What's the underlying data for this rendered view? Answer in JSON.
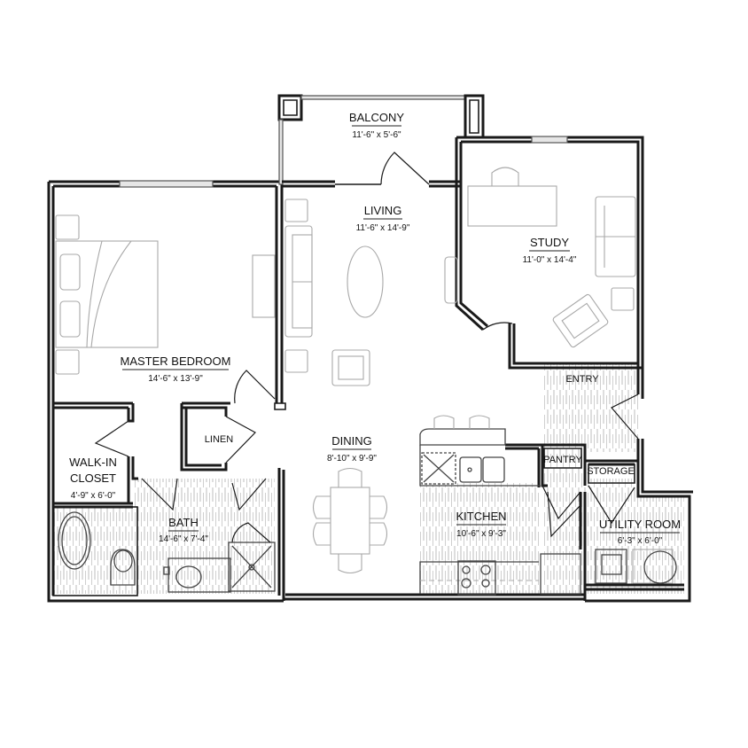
{
  "floor_plan": {
    "rooms": [
      {
        "id": "balcony",
        "name": "BALCONY",
        "dimensions": "11'-6\" x 5'-6\""
      },
      {
        "id": "living",
        "name": "LIVING",
        "dimensions": "11'-6\" x 14'-9\""
      },
      {
        "id": "study",
        "name": "STUDY",
        "dimensions": "11'-0\" x 14'-4\""
      },
      {
        "id": "master_bedroom",
        "name": "MASTER BEDROOM",
        "dimensions": "14'-6\" x 13'-9\""
      },
      {
        "id": "walk_in_closet",
        "name_line1": "WALK-IN",
        "name_line2": "CLOSET",
        "dimensions": "4'-9\" x 6'-0\""
      },
      {
        "id": "linen",
        "name": "LINEN"
      },
      {
        "id": "bath",
        "name": "BATH",
        "dimensions": "14'-6\" x 7'-4\""
      },
      {
        "id": "dining",
        "name": "DINING",
        "dimensions": "8'-10\" x 9'-9\""
      },
      {
        "id": "kitchen",
        "name": "KITCHEN",
        "dimensions": "10'-6\" x 9'-3\""
      },
      {
        "id": "pantry",
        "name": "PANTRY"
      },
      {
        "id": "storage",
        "name": "STORAGE"
      },
      {
        "id": "entry",
        "name": "ENTRY"
      },
      {
        "id": "utility_room",
        "name": "UTILITY ROOM",
        "dimensions": "6'-3\" x 6'-0\""
      }
    ],
    "colors": {
      "wall": "#1a1a1a",
      "furniture": "#a8a8a8",
      "hatch": "#bdbdbd",
      "background": "#ffffff"
    }
  }
}
